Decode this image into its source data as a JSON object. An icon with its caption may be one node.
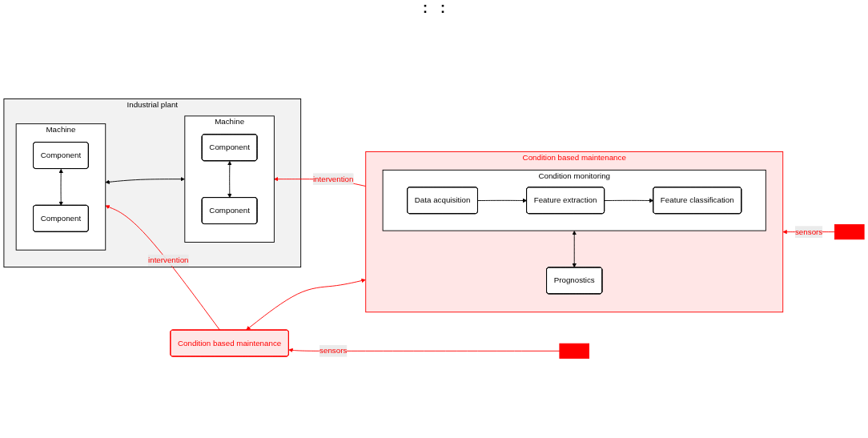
{
  "diagram": {
    "nodes": [
      {
        "text": [
          "Industrial plant"
        ]
      },
      {
        "text": [
          "Machine"
        ],
        "in": 0
      },
      {
        "text": [
          "Component"
        ],
        "in": 1
      },
      {
        "text": [
          "Component"
        ],
        "in": 1
      },
      {
        "text": [
          "Machine"
        ],
        "in": 0
      },
      {
        "text": [
          "Component"
        ],
        "in": 4
      },
      {
        "text": [
          "Component"
        ],
        "in": 4
      },
      {
        "text": [],
        "shape": "box"
      },
      {
        "text": [
          "Condition based maintenance"
        ]
      },
      {
        "text": [
          "Condition monitoring"
        ],
        "in": 8
      },
      {
        "text": [
          "Data acquisition"
        ],
        "in": 9
      },
      {
        "text": [
          "Feature extraction"
        ],
        "in": 9
      },
      {
        "text": [
          "Feature classification"
        ],
        "in": 9
      },
      {
        "text": [
          "Prognostics"
        ],
        "in": 8
      },
      {
        "text": [],
        "shape": "box"
      },
      {
        "text": [
          "Condition based maintenance"
        ]
      }
    ],
    "edges": [
      {
        "from": 2,
        "to": 3,
        "arrow": "both"
      },
      {
        "from": 5,
        "to": 6,
        "arrow": "both"
      },
      {
        "from": 1,
        "to": 4,
        "arrow": "both"
      },
      {
        "from": 7,
        "to": 8,
        "arrow": "to",
        "label": "sensors",
        "color": "#ff0000"
      },
      {
        "from": 8,
        "to": 1,
        "arrow": "to",
        "label": "intervention",
        "color": "#ff0000"
      },
      {
        "from": 10,
        "to": 11,
        "arrow": "to"
      },
      {
        "from": 11,
        "to": 12,
        "arrow": "to"
      },
      {
        "from": 9,
        "to": 13,
        "arrow": "both"
      },
      {
        "from": 14,
        "to": 15,
        "arrow": "to",
        "label": "sensors",
        "color": "#ff0000"
      },
      {
        "from": 15,
        "to": 4,
        "arrow": "to",
        "label": "intervention",
        "color": "#ff0000"
      },
      {
        "from": 8,
        "to": 15,
        "arrow": "both",
        "color": "#ff0000"
      }
    ],
    "labels": [
      ":",
      ":"
    ]
  }
}
